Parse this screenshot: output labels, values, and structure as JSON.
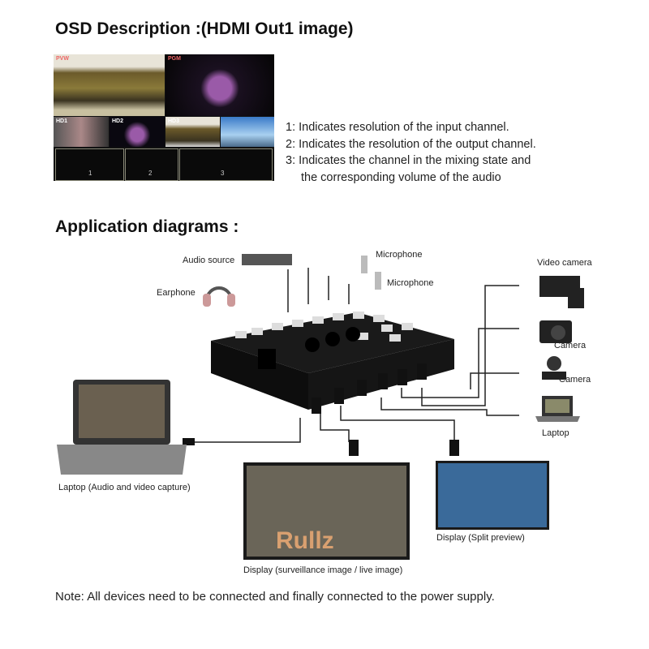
{
  "osd": {
    "title": "OSD Description :(HDMI Out1 image)",
    "tiles": [
      "PVW",
      "PGM",
      "HD1",
      "HD2",
      "HD3"
    ],
    "panel_numbers": [
      "1",
      "2",
      "3"
    ],
    "descriptions": [
      "1: Indicates resolution of the input channel.",
      "2: Indicates the resolution of the output channel.",
      "3: Indicates the channel in the mixing state and",
      "    the corresponding volume of the audio"
    ]
  },
  "app": {
    "title": "Application diagrams :",
    "labels": {
      "audio_source": "Audio source",
      "earphone": "Earphone",
      "microphone1": "Microphone",
      "microphone2": "Microphone",
      "video_camera": "Video camera",
      "camera1": "Camera",
      "camera2": "Camera",
      "laptop_in": "Laptop",
      "laptop_capture": "Laptop (Audio and video capture)",
      "display_live": "Display (surveillance image / live image)",
      "display_split": "Display (Split preview)"
    },
    "display_overlay": "Rullz"
  },
  "note": "Note: All devices need to be connected and finally connected to the power supply."
}
